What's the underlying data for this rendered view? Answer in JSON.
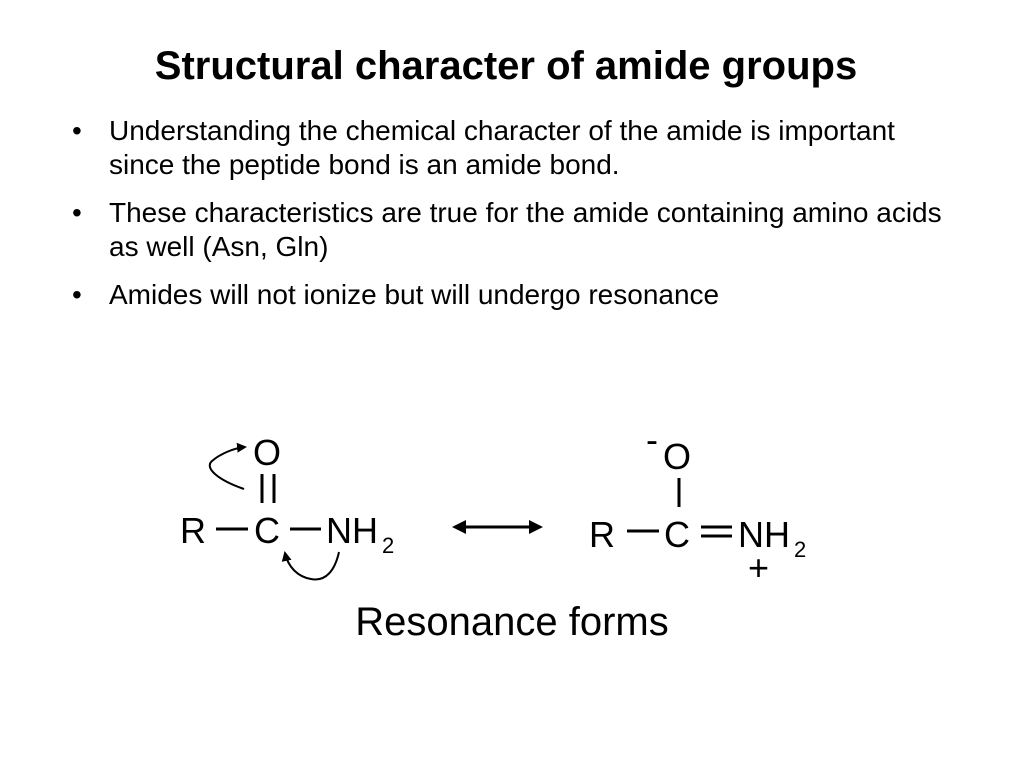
{
  "slide": {
    "title": "Structural character of amide groups",
    "bullet_symbol": "•",
    "bullets": [
      "Understanding the chemical character of the amide is important since the peptide bond is an amide bond.",
      "These characteristics are true for the amide containing amino acids as well (Asn, Gln)",
      "Amides will not ionize but will undergo resonance"
    ]
  },
  "diagram": {
    "left": {
      "o": "O",
      "r": "R",
      "c": "C",
      "nh": "NH",
      "sub": "2"
    },
    "right": {
      "charge_minus": "-",
      "o": "O",
      "r": "R",
      "c": "C",
      "nh": "NH",
      "sub": "2",
      "charge_plus": "+"
    },
    "caption": "Resonance forms"
  }
}
